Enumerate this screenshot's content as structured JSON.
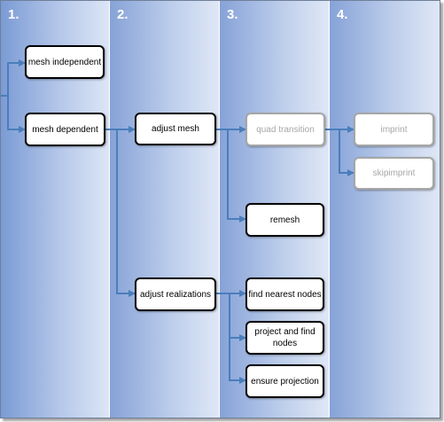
{
  "columns": [
    {
      "title": "1."
    },
    {
      "title": "2."
    },
    {
      "title": "3."
    },
    {
      "title": "4."
    }
  ],
  "nodes": {
    "mesh_independent": "mesh independent",
    "mesh_dependent": "mesh dependent",
    "adjust_mesh": "adjust mesh",
    "adjust_realizations": "adjust realizations",
    "quad_transition": "quad transition",
    "remesh": "remesh",
    "find_nearest_nodes": "find nearest nodes",
    "project_and_find_nodes": "project and find nodes",
    "ensure_projection": "ensure projection",
    "imprint": "imprint",
    "skipimprint": "skipimprint"
  },
  "colors": {
    "connector": "#4a7ebb",
    "inactive_node": "#a6a6a6",
    "active_node_border": "#000000"
  }
}
